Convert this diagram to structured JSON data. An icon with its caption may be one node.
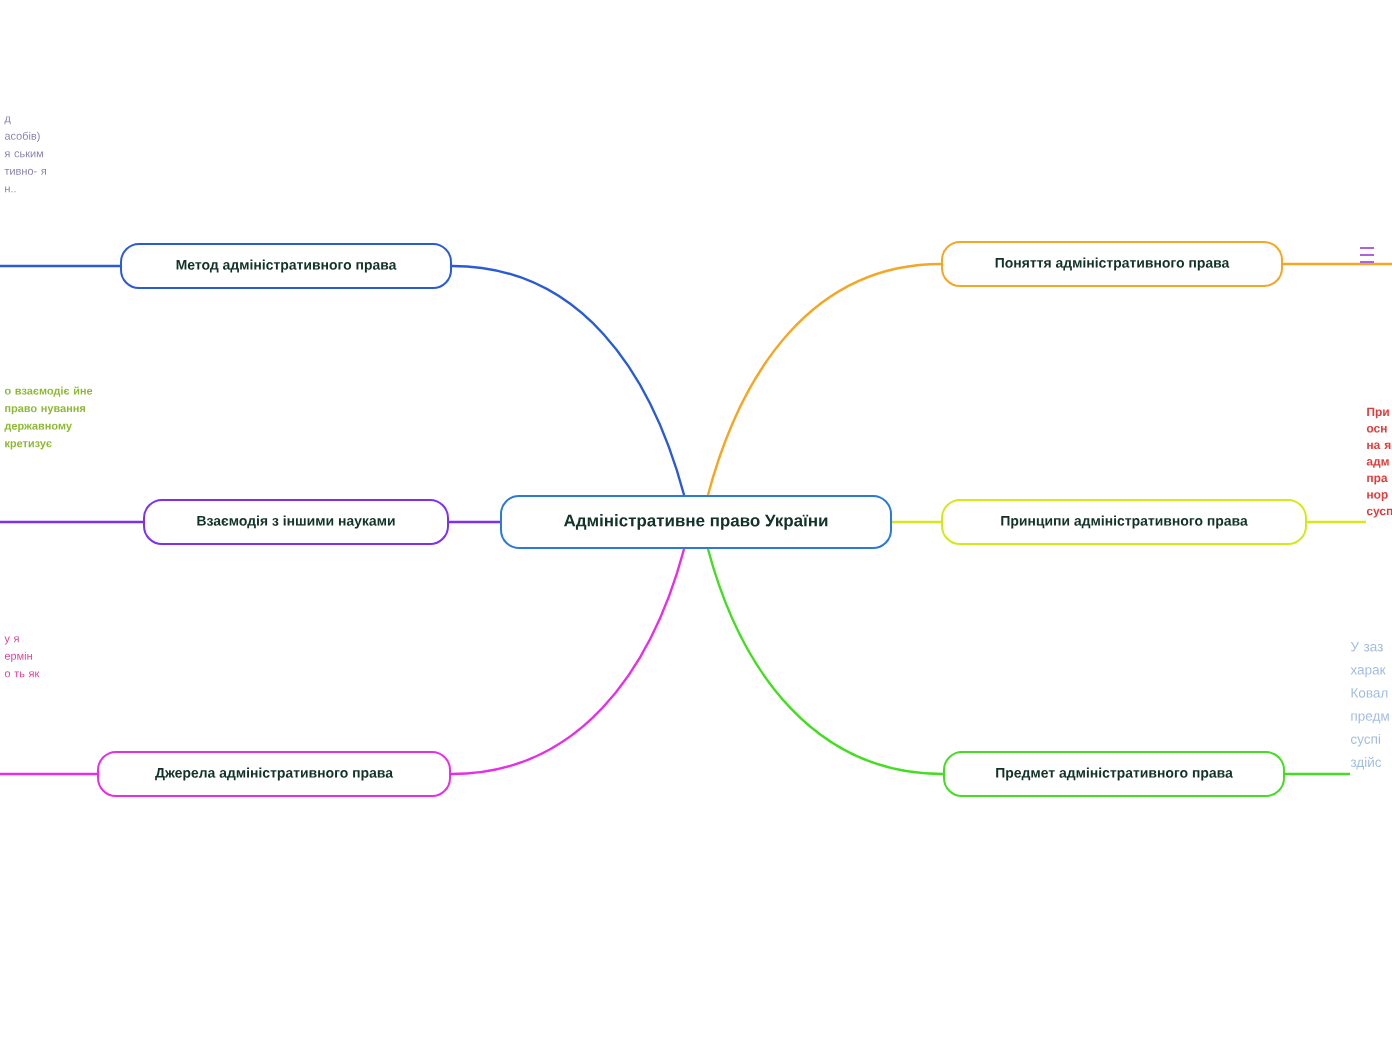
{
  "diagram": {
    "nodes": [
      {
        "text": [
          "Адміністративне право України"
        ]
      },
      {
        "text": [
          "Метод адміністративного права"
        ]
      },
      {
        "text": [
          "Поняття адміністративного права"
        ]
      },
      {
        "text": [
          "Взаємодія з іншими науками"
        ]
      },
      {
        "text": [
          "Принципи адміністративного права"
        ]
      },
      {
        "text": [
          "Джерела адміністративного права"
        ]
      },
      {
        "text": [
          "Предмет адміністративного права"
        ]
      },
      {
        "text": [
          "При осн на я адм пра нор сусп"
        ]
      },
      {
        "text": [
          "У заз харак Ковал предм суспі здійс"
        ]
      }
    ],
    "edges": [
      {
        "from": 0,
        "to": 1,
        "arrow": "none",
        "color": "#2a5bd7"
      },
      {
        "from": 0,
        "to": 2,
        "arrow": "none",
        "color": "#f5a623"
      },
      {
        "from": 0,
        "to": 3,
        "arrow": "none",
        "color": "#7b2ff7"
      },
      {
        "from": 0,
        "to": 4,
        "arrow": "none",
        "color": "#d4e81a"
      },
      {
        "from": 0,
        "to": 5,
        "arrow": "none",
        "color": "#e62ee6"
      },
      {
        "from": 0,
        "to": 6,
        "arrow": "none",
        "color": "#44dd22"
      },
      {
        "from": 1,
        "to": null,
        "arrow": "none",
        "color": "#2a5bd7"
      },
      {
        "from": 2,
        "to": null,
        "arrow": "none",
        "color": "#f5a623"
      },
      {
        "from": 3,
        "to": null,
        "arrow": "none",
        "color": "#7b2ff7"
      },
      {
        "from": 4,
        "to": 7,
        "arrow": "none",
        "color": "#d4e81a"
      },
      {
        "from": 5,
        "to": null,
        "arrow": "none",
        "color": "#e62ee6"
      },
      {
        "from": 6,
        "to": 8,
        "arrow": "none",
        "color": "#44dd22"
      }
    ],
    "labels": [
      "д асобів) я ським тивно- я н..",
      "о взаємодіє йне право нування державному кретизує",
      "у я ермін о ть як"
    ]
  }
}
